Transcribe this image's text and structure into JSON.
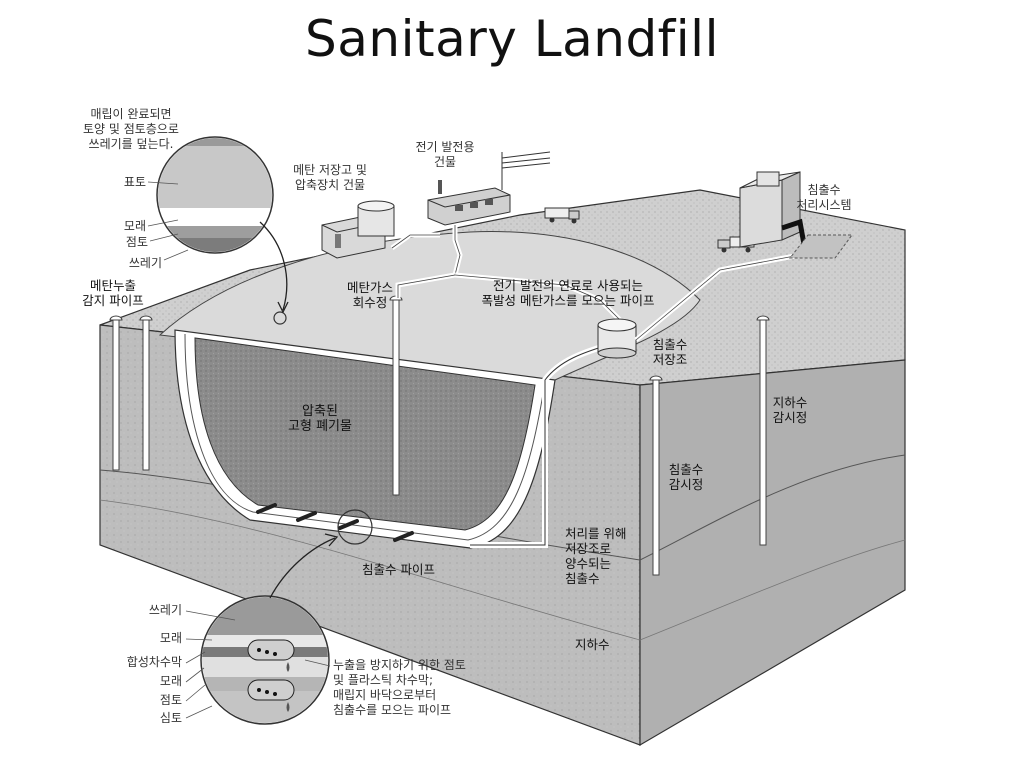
{
  "title": "Sanitary Landfill",
  "labels": {
    "cover_note": [
      "매립이 완료되면",
      "토양 및 점토층으로",
      "쓰레기를 덮는다."
    ],
    "topsoil": "표토",
    "sand": "모래",
    "clay": "점토",
    "waste": "쓰레기",
    "methane_storage": [
      "메탄 저장고 및",
      "압축장치 건물"
    ],
    "power_building": [
      "전기 발전용",
      "건물"
    ],
    "leachate_treatment": [
      "침출수",
      "처리시스템"
    ],
    "methane_leak_pipe": [
      "메탄누출",
      "감지 파이프"
    ],
    "methane_well": [
      "메탄가스",
      "회수정"
    ],
    "methane_fuel_pipe": [
      "전기 발전의 연료로 사용되는",
      "폭발성 메탄가스를 모으는 파이프"
    ],
    "leachate_tank": [
      "침출수",
      "저장조"
    ],
    "groundwater_well": [
      "지하수",
      "감시정"
    ],
    "compacted_waste": [
      "압축된",
      "고형 폐기물"
    ],
    "leachate_well": [
      "침출수",
      "감시정"
    ],
    "pumped_leachate": [
      "처리를 위해",
      "저장조로",
      "양수되는",
      "침출수"
    ],
    "leachate_pipe": "침출수 파이프",
    "groundwater": "지하수",
    "liner_note": [
      "누출을 방지하기 위한 점토",
      "및 플라스틱 차수막;",
      "매립지 바닥으로부터",
      "침출수를 모으는 파이프"
    ],
    "d_waste": "쓰레기",
    "d_sand1": "모래",
    "d_liner": "합성차수막",
    "d_sand2": "모래",
    "d_clay": "점토",
    "d_subsoil": "심토"
  },
  "colors": {
    "ground_top": "#cfcfcf",
    "ground_side": "#bdbdbd",
    "waste": "#8a8a8a",
    "liner": "#ffffff",
    "outline": "#333333"
  },
  "icons": [
    "magnifier-circle-icon",
    "truck-icon",
    "building-icon",
    "tank-icon",
    "antenna-icon"
  ]
}
